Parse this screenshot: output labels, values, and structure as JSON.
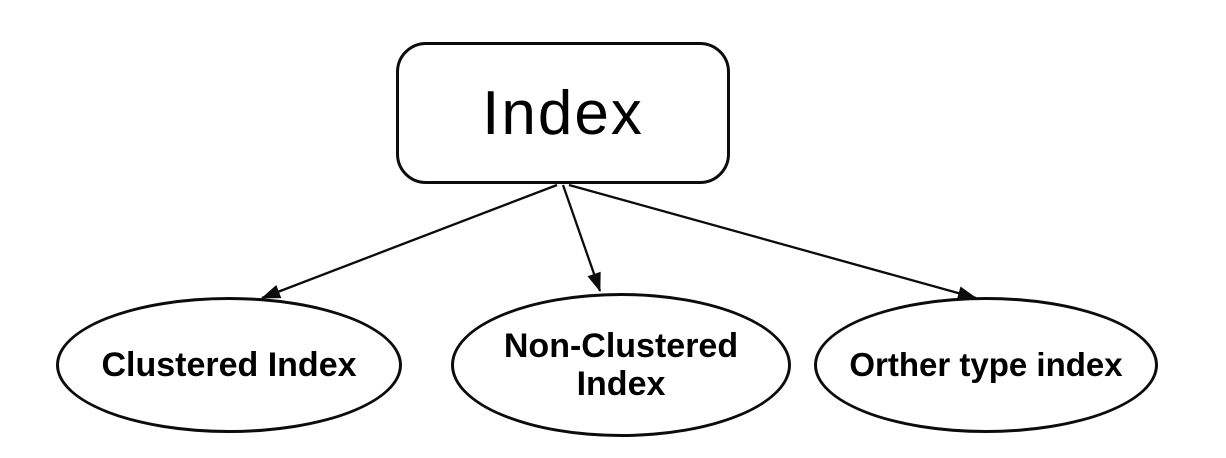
{
  "diagram": {
    "background_color": "#ffffff",
    "stroke_color": "#0c0c0c",
    "node_fill_color": "#ffffff",
    "text_color": "#000000",
    "root": {
      "label": "Index",
      "shape": "rounded-rectangle"
    },
    "children": [
      {
        "label": "Clustered Index",
        "shape": "ellipse"
      },
      {
        "label": "Non-Clustered Index",
        "shape": "ellipse"
      },
      {
        "label": "Orther type index",
        "shape": "ellipse"
      }
    ],
    "edges": [
      {
        "from": "Index",
        "to": "Clustered Index",
        "style": "arrow"
      },
      {
        "from": "Index",
        "to": "Non-Clustered Index",
        "style": "arrow"
      },
      {
        "from": "Index",
        "to": "Orther type index",
        "style": "arrow"
      }
    ]
  }
}
